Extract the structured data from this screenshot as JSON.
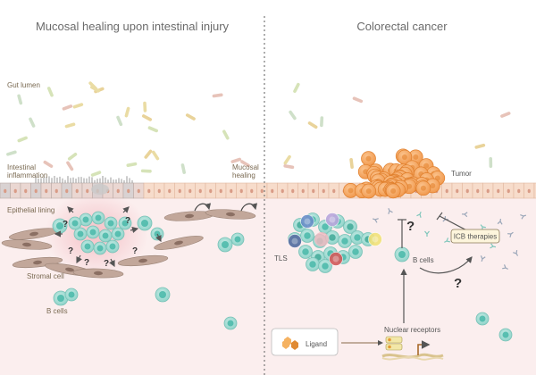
{
  "left_panel": {
    "title": "Mucosal healing upon intestinal injury",
    "labels": {
      "gut_lumen": "Gut lumen",
      "intestinal_inflammation_line1": "Intestinal",
      "intestinal_inflammation_line2": "inflammation",
      "mucosal_healing_line1": "Mucosal",
      "mucosal_healing_line2": "healing",
      "epithelial_lining": "Epithelial lining",
      "stromal_cell": "Stromal cell",
      "b_cells": "B cells"
    }
  },
  "right_panel": {
    "title": "Colorectal cancer",
    "labels": {
      "tumor": "Tumor",
      "tls": "TLS",
      "b_cells": "B cells",
      "icb_therapies": "ICB therapies",
      "nuclear_receptors": "Nuclear receptors",
      "ligand": "Ligand"
    },
    "question_mark": "?"
  },
  "colors": {
    "tissue_background": "#fbeeee",
    "epithelium": "#f7dccb",
    "epithelium_border": "#e2b8a0",
    "tumor": "#f4a15a",
    "tumor_border": "#e07f2c",
    "b_cell": "#8fd3c9",
    "b_cell_core": "#46b7a8",
    "stromal_cell": "#c2a79a",
    "inflammation_glow": "#f3b8bf",
    "divider": "#777777",
    "label": "#7a6a52"
  }
}
